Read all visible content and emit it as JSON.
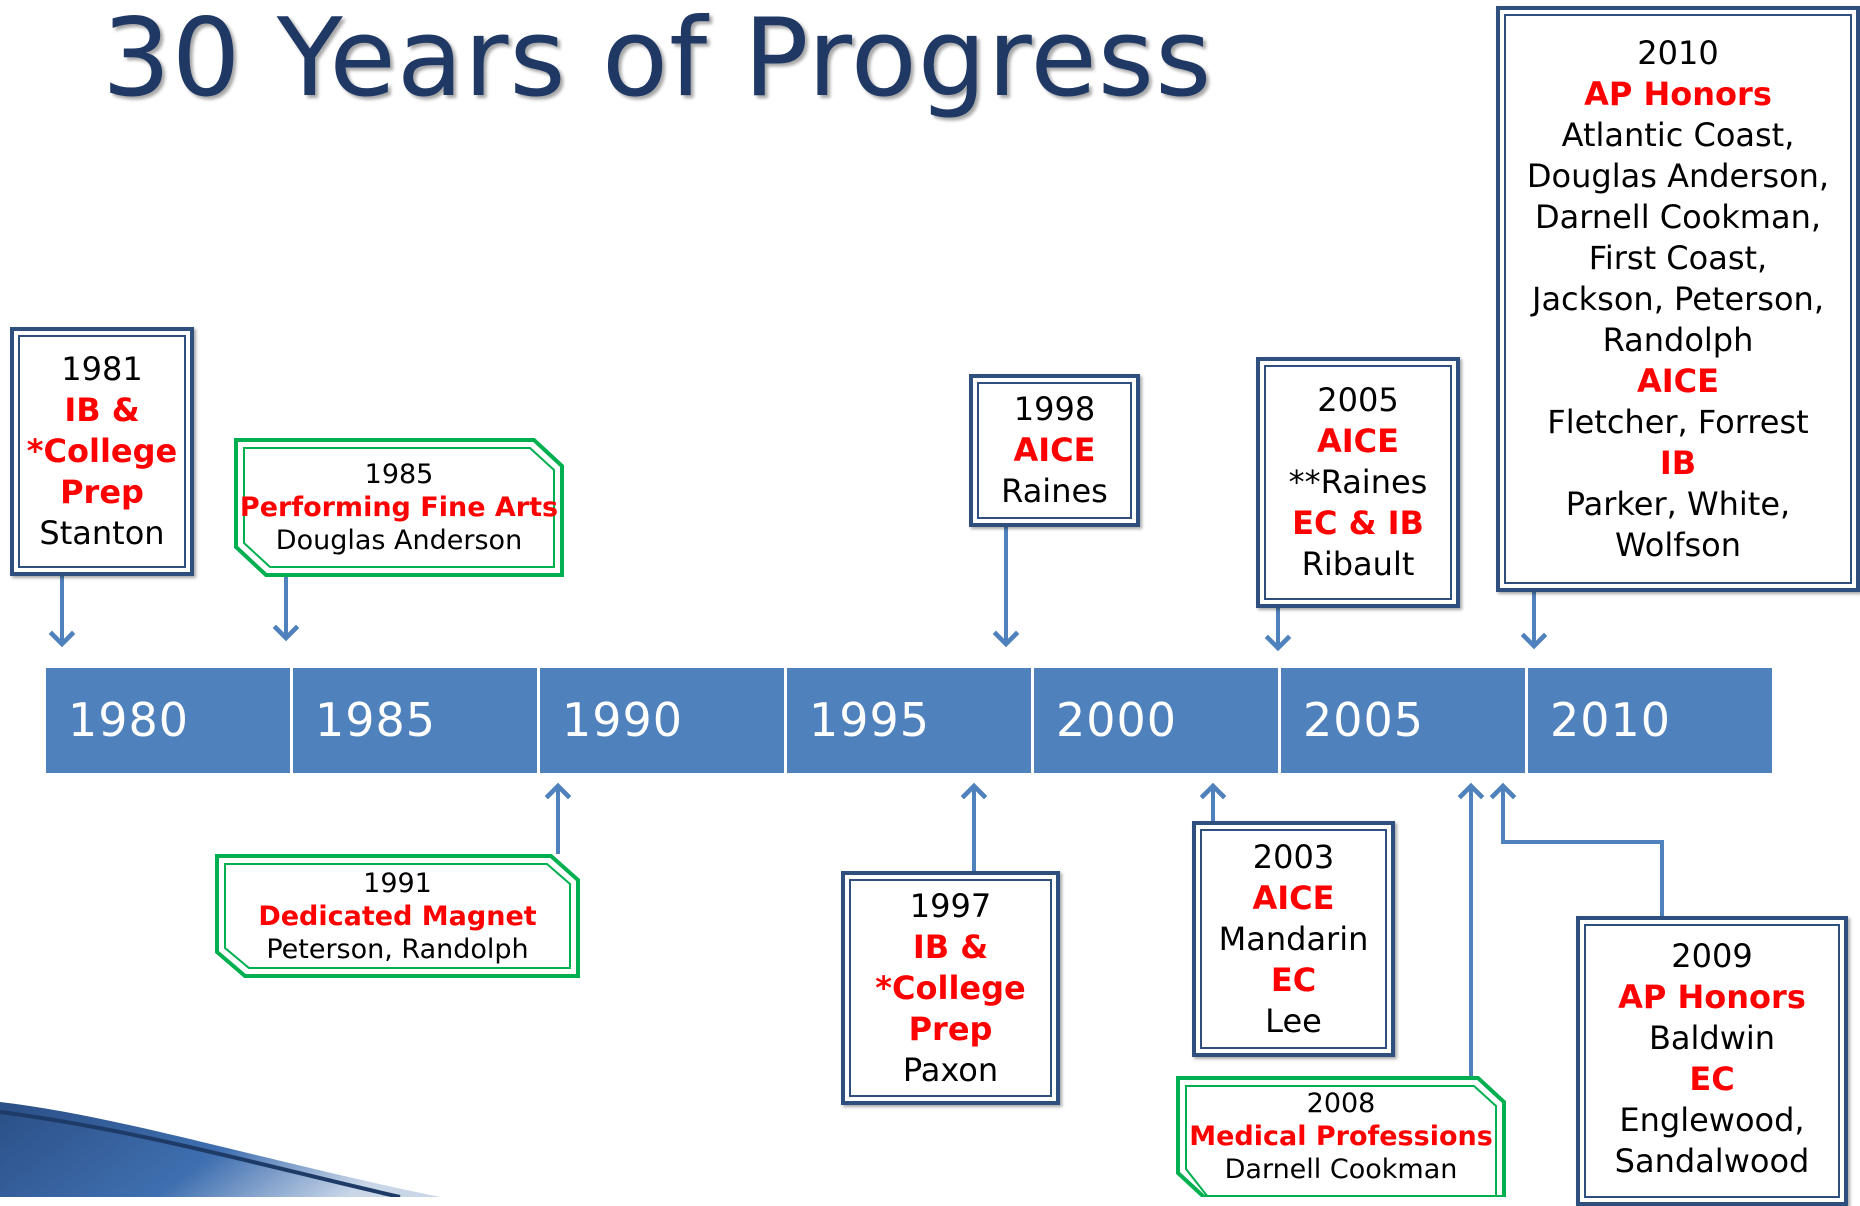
{
  "title": "30 Years of Progress",
  "timeline": {
    "labels": [
      "1980",
      "1985",
      "1990",
      "1995",
      "2000",
      "2005",
      "2010"
    ]
  },
  "events": {
    "e1981": {
      "year": "1981",
      "program1": "IB &",
      "program2": "*College",
      "program3": "Prep",
      "school": "Stanton"
    },
    "e1985": {
      "year": "1985",
      "program": "Performing Fine Arts",
      "school": "Douglas Anderson"
    },
    "e1991": {
      "year": "1991",
      "program": "Dedicated Magnet",
      "school": "Peterson, Randolph"
    },
    "e1997": {
      "year": "1997",
      "program1": "IB &",
      "program2": "*College",
      "program3": "Prep",
      "school": "Paxon"
    },
    "e1998": {
      "year": "1998",
      "program": "AICE",
      "school": "Raines"
    },
    "e2003": {
      "year": "2003",
      "program1": "AICE",
      "school1": "Mandarin",
      "program2": "EC",
      "school2": "Lee"
    },
    "e2005": {
      "year": "2005",
      "program1": "AICE",
      "school1": "**Raines",
      "program2": "EC & IB",
      "school2": "Ribault"
    },
    "e2008": {
      "year": "2008",
      "program": "Medical Professions",
      "school": "Darnell Cookman"
    },
    "e2009": {
      "year": "2009",
      "program1": "AP Honors",
      "school1": "Baldwin",
      "program2": "EC",
      "school2a": "Englewood,",
      "school2b": "Sandalwood"
    },
    "e2010": {
      "year": "2010",
      "program1": "AP Honors",
      "schools1": [
        "Atlantic Coast,",
        "Douglas Anderson,",
        "Darnell Cookman,",
        "First Coast,",
        "Jackson, Peterson,",
        "Randolph"
      ],
      "program2": "AICE",
      "school2": "Fletcher, Forrest",
      "program3": "IB",
      "schools3": [
        "Parker, White,",
        "Wolfson"
      ]
    }
  },
  "colors": {
    "title": "#1f3864",
    "timeline_bar": "#4f81bd",
    "box_border": "#2f4f7f",
    "green_border": "#00b050",
    "program_text": "#ff0000",
    "arrow": "#4f81bd"
  }
}
